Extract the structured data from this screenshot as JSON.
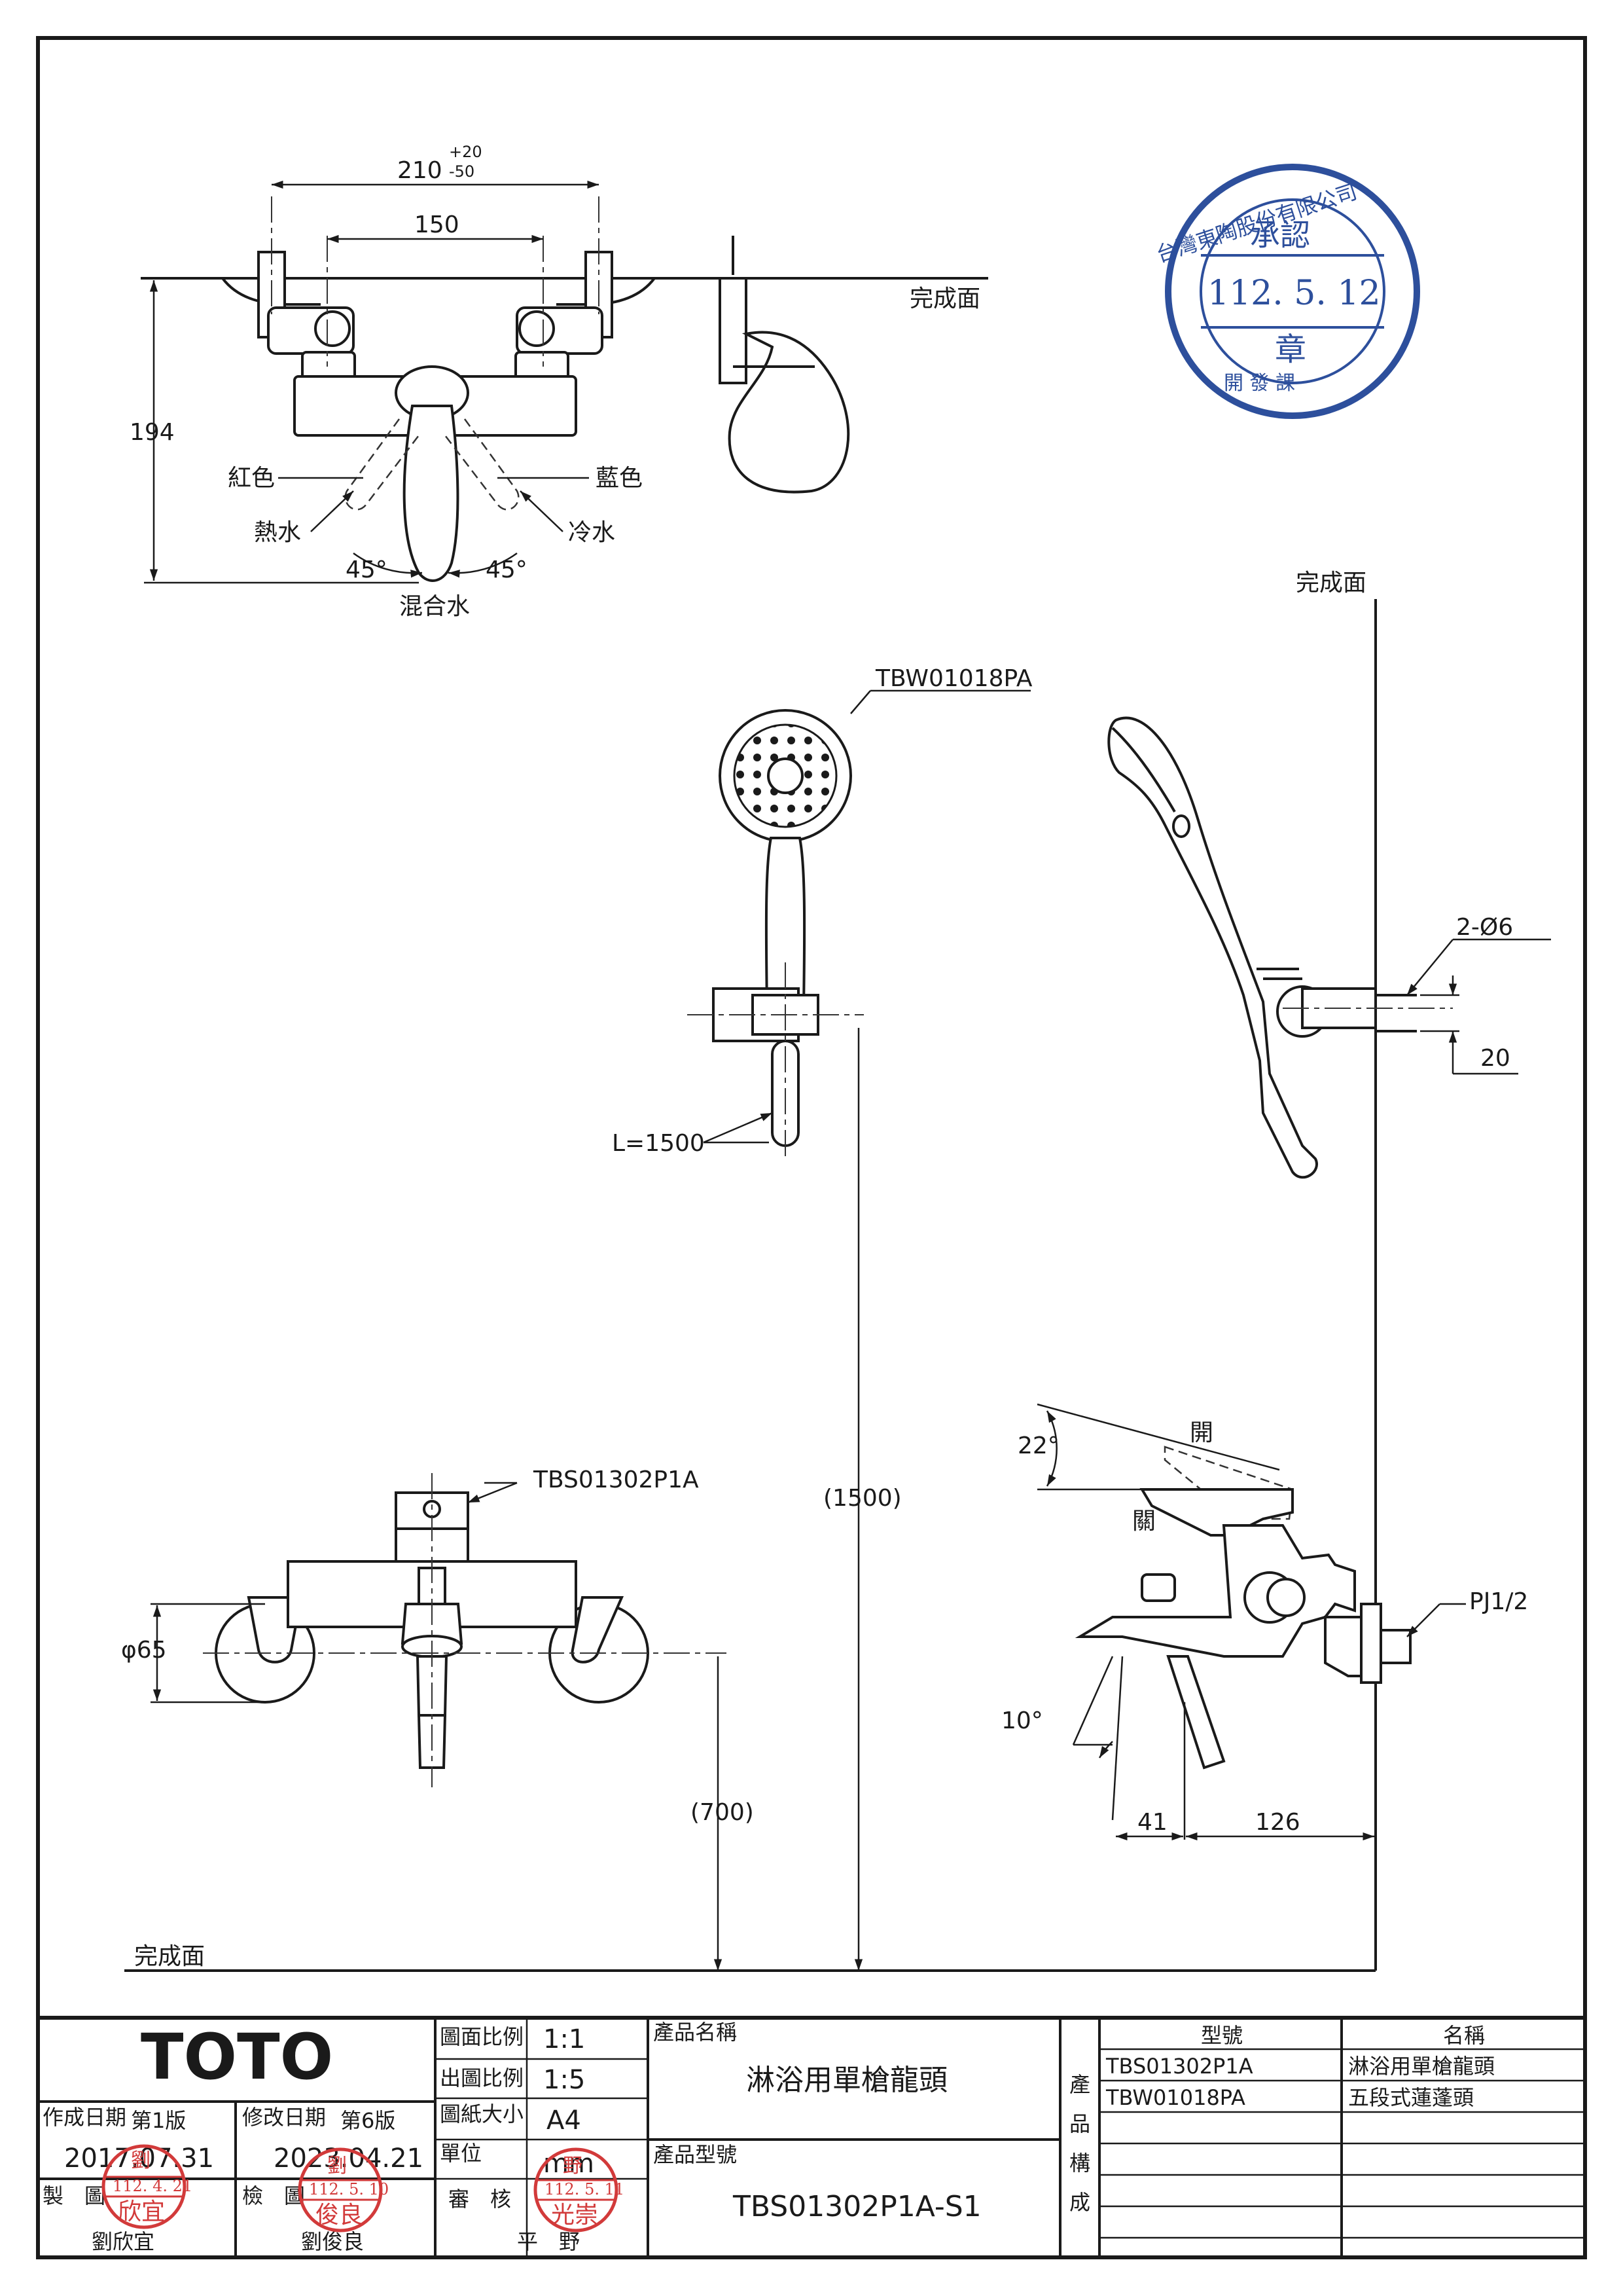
{
  "drawing": {
    "labels": {
      "finish_surface": "完成面",
      "red": "紅色",
      "blue": "藍色",
      "hot": "熱水",
      "cold": "冷水",
      "mixed": "混合水",
      "open": "開",
      "closed": "關"
    },
    "dims": {
      "w210": "210",
      "tol_plus": "+20",
      "tol_minus": "-50",
      "w150": "150",
      "h194": "194",
      "angle_left": "45°",
      "angle_right": "45°",
      "hole": "2-Ø6",
      "d20": "20",
      "hose_len": "L=1500",
      "h1500": "(1500)",
      "h700": "(700)",
      "phi65": "φ65",
      "angle22": "22°",
      "angle10": "10°",
      "d41": "41",
      "d126": "126",
      "thread": "PJ1/2"
    },
    "callouts": {
      "shower": "TBW01018PA",
      "faucet": "TBS01302P1A"
    }
  },
  "stamps": {
    "approval": {
      "company": "台灣東陶股份有限公司",
      "title": "承認",
      "date": "112. 5. 12",
      "seal": "章",
      "footer": "開 發 課"
    },
    "maker": {
      "name": "欣宜",
      "surname": "劉",
      "date": "112. 4. 21"
    },
    "checker": {
      "name": "俊良",
      "surname": "劉",
      "date": "112. 5. 10"
    },
    "reviewer": {
      "name": "光崇",
      "surname": "野",
      "date": "112. 5. 11"
    }
  },
  "title_block": {
    "logo": "TOTO",
    "created_label": "作成日期",
    "edition1": "第1版",
    "created_date": "2017.07.31",
    "revised_label": "修改日期",
    "edition6": "第6版",
    "revised_date": "2023.04.21",
    "maker_label": "製　圖",
    "maker_name": "劉欣宜",
    "checker_label": "檢　圖",
    "checker_name": "劉俊良",
    "scale_label": "圖面比例",
    "scale_value": "1:1",
    "print_scale_label": "出圖比例",
    "print_scale_value": "1:5",
    "paper_label": "圖紙大小",
    "paper_value": "A4",
    "unit_label": "單位",
    "unit_value": "mm",
    "review_label": "審　核",
    "reviewer_name": "平　野",
    "product_name_label": "產品名稱",
    "product_name": "淋浴用單槍龍頭",
    "product_model_label": "產品型號",
    "product_model": "TBS01302P1A-S1",
    "composition_label": [
      "產",
      "品",
      "構",
      "成"
    ],
    "col_model": "型號",
    "col_name": "名稱",
    "rows": [
      {
        "model": "TBS01302P1A",
        "name": "淋浴用單槍龍頭"
      },
      {
        "model": "TBW01018PA",
        "name": "五段式蓮蓬頭"
      },
      {
        "model": "",
        "name": ""
      },
      {
        "model": "",
        "name": ""
      },
      {
        "model": "",
        "name": ""
      },
      {
        "model": "",
        "name": ""
      }
    ]
  }
}
